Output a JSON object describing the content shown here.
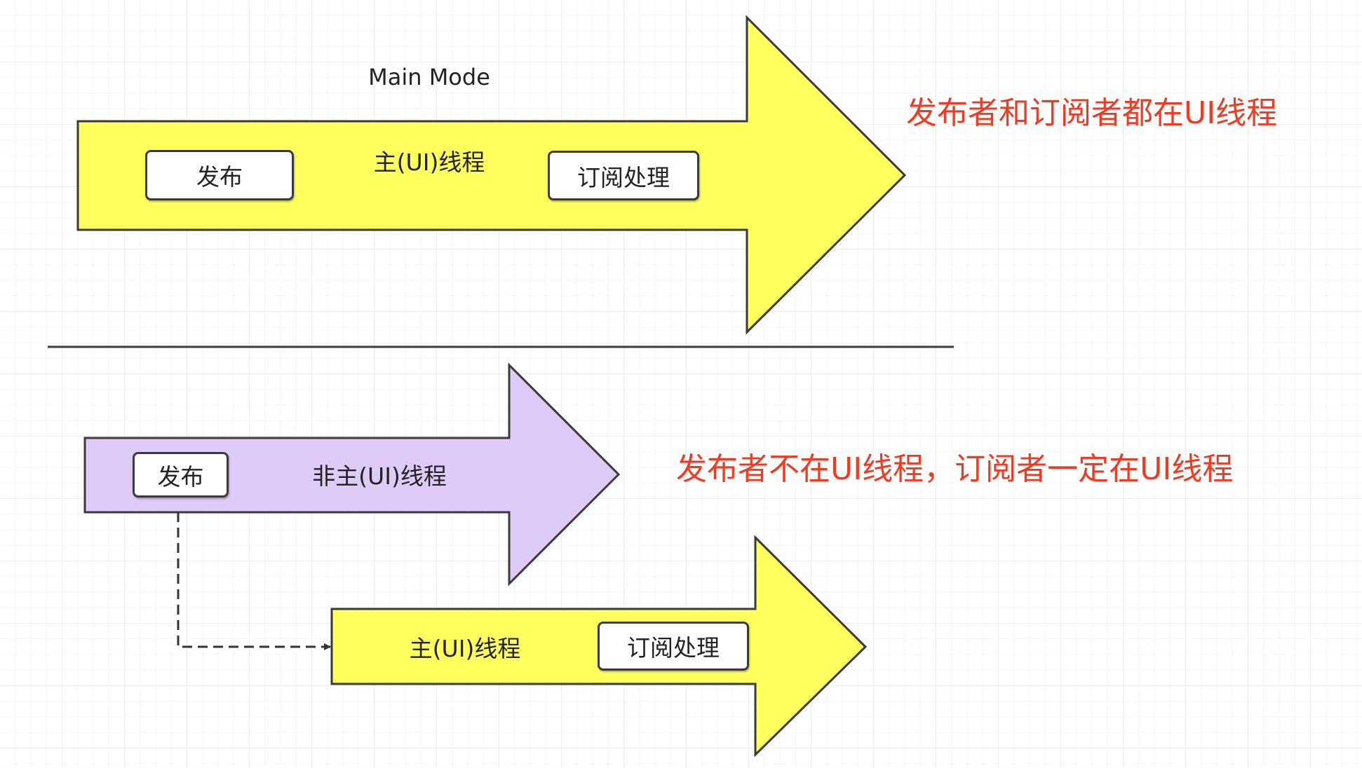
{
  "colors": {
    "main_thread_fill": "#ffff5e",
    "non_main_thread_fill": "#dfcbf8",
    "outline": "#3a3a3a",
    "note_text": "#ee3b24"
  },
  "top_section": {
    "mode_label": "Main Mode",
    "thread_label": "主(UI)线程",
    "publish_label": "发布",
    "subscribe_label": "订阅处理",
    "note": "发布者和订阅者都在UI线程"
  },
  "bottom_section": {
    "non_main_thread_label": "非主(UI)线程",
    "publish_label": "发布",
    "main_thread_label": "主(UI)线程",
    "subscribe_label": "订阅处理",
    "note": "发布者不在UI线程，订阅者一定在UI线程"
  }
}
